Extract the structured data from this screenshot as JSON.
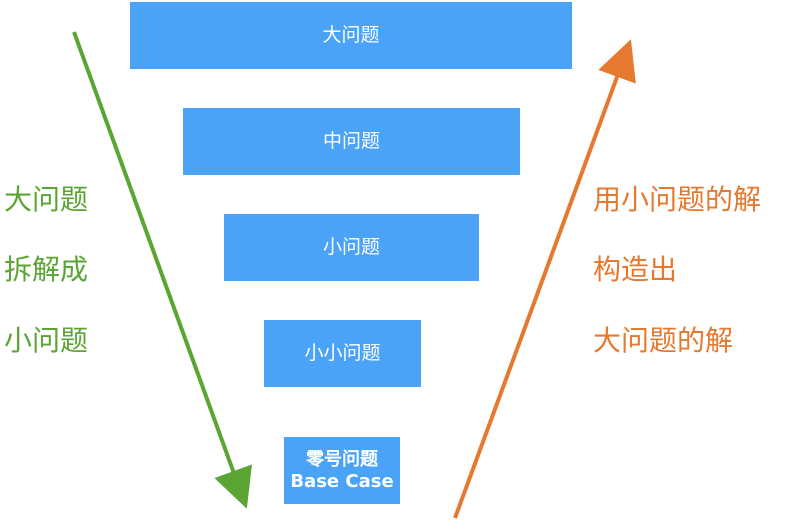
{
  "colors": {
    "box": "#4aa3f7",
    "box_text": "#ffffff",
    "decompose": "#5aa533",
    "compose": "#e5792f"
  },
  "funnel": {
    "level1": "大问题",
    "level2": "中问题",
    "level3": "小问题",
    "level4": "小小问题",
    "base_zh": "零号问题",
    "base_en": "Base Case"
  },
  "left_text": {
    "line1": "大问题",
    "line2": "拆解成",
    "line3": "小问题"
  },
  "right_text": {
    "line1": "用小问题的解",
    "line2": "构造出",
    "line3": "大问题的解"
  }
}
